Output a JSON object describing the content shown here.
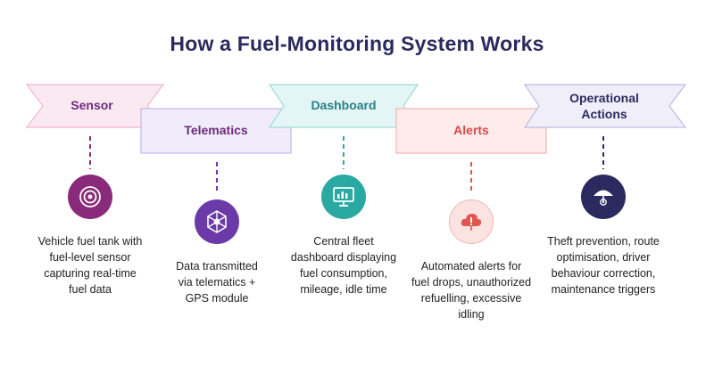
{
  "title": "How a Fuel-Monitoring System Works",
  "steps": [
    {
      "label": "Sensor",
      "description_lines": [
        "Vehicle fuel tank with",
        "fuel-level sensor",
        "capturing real-time",
        "fuel data"
      ],
      "icon": "sensor-icon",
      "color": "#8a2a7a"
    },
    {
      "label": "Telematics",
      "description_lines": [
        "Data transmitted",
        "via telematics +",
        "GPS module"
      ],
      "icon": "network-icon",
      "color": "#6b3aa8"
    },
    {
      "label": "Dashboard",
      "description_lines": [
        "Central fleet",
        "dashboard displaying",
        "fuel consumption,",
        "mileage, idle time"
      ],
      "icon": "monitor-icon",
      "color": "#2aa9a3"
    },
    {
      "label": "Alerts",
      "description_lines": [
        "Automated alerts for",
        "fuel drops, unauthorized",
        "refuelling, excessive",
        "idling"
      ],
      "icon": "cloud-alert-icon",
      "color": "#e0574f"
    },
    {
      "label_lines": [
        "Operational",
        "Actions"
      ],
      "description_lines": [
        "Theft prevention, route",
        "optimisation, driver",
        "behaviour correction,",
        "maintenance triggers"
      ],
      "icon": "umbrella-icon",
      "color": "#2b2a5e"
    }
  ]
}
